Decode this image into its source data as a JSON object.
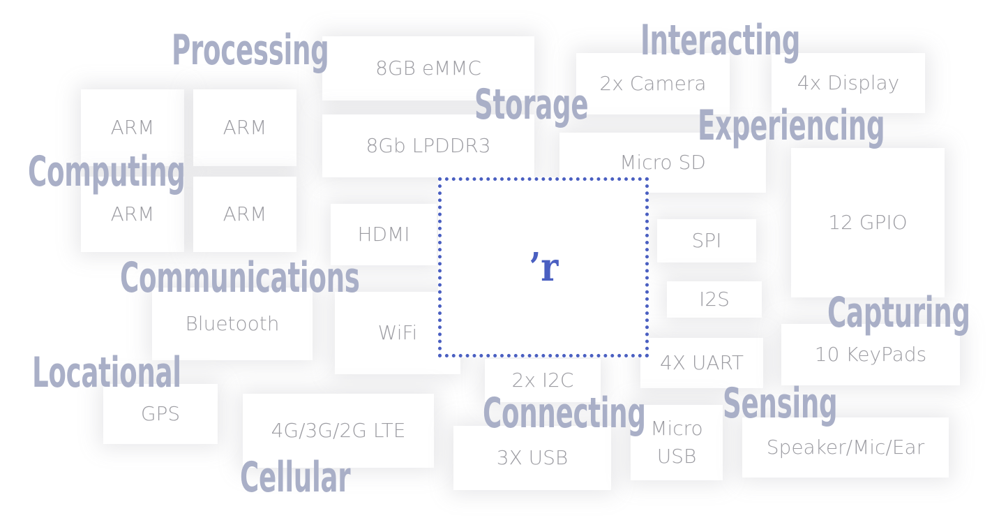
{
  "chip": {
    "logo": "’r"
  },
  "components": {
    "emmc": "8GB eMMC",
    "lpddr": "8Gb LPDDR3",
    "arm1": "ARM",
    "arm2": "ARM",
    "arm3": "ARM",
    "arm4": "ARM",
    "camera": "2x Camera",
    "display": "4x Display",
    "microsd": "Micro SD",
    "gpio": "12 GPIO",
    "hdmi": "HDMI",
    "spi": "SPI",
    "i2s": "I2S",
    "bluetooth": "Bluetooth",
    "wifi": "WiFi",
    "uart": "4X UART",
    "keypads": "10 KeyPads",
    "i2c": "2x I2C",
    "gps": "GPS",
    "lte": "4G/3G/2G LTE",
    "usb": "3X USB",
    "microusb_line1": "Micro",
    "microusb_line2": "USB",
    "audio": "Speaker/Mic/Ear"
  },
  "categories": {
    "processing": "Processing",
    "interacting": "Interacting",
    "storage": "Storage",
    "experiencing": "Experiencing",
    "computing": "Computing",
    "communications": "Communications",
    "capturing": "Capturing",
    "locational": "Locational",
    "sensing": "Sensing",
    "connecting": "Connecting",
    "cellular": "Cellular"
  }
}
